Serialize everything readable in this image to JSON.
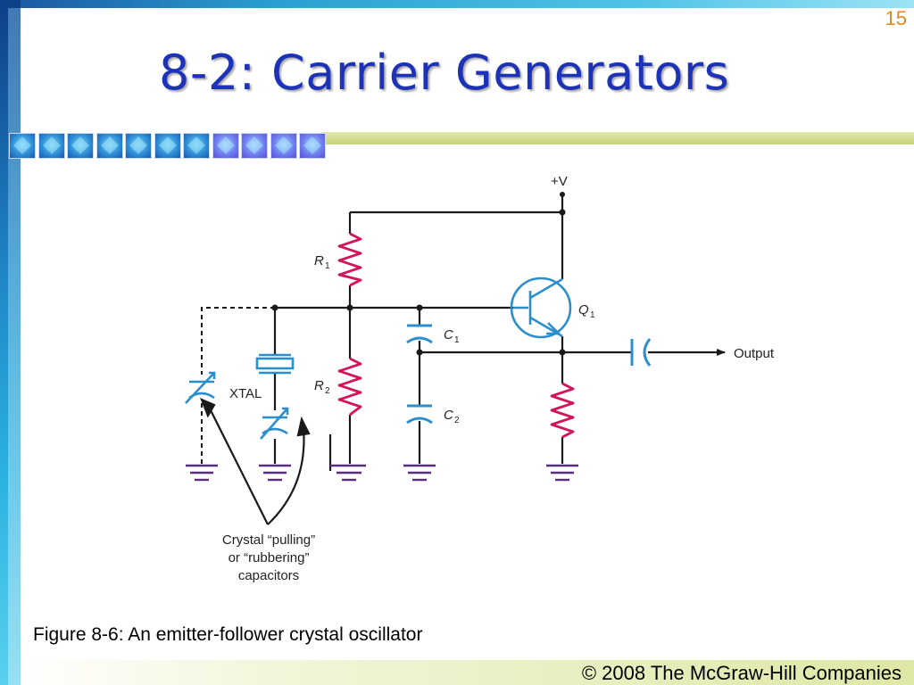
{
  "slide": {
    "number": "15",
    "title": "8-2: Carrier Generators",
    "caption": "Figure 8-6: An emitter-follower crystal oscillator",
    "copyright": "© 2008 The McGraw-Hill Companies"
  },
  "diagram": {
    "labels": {
      "supply": "+V",
      "r1_letter": "R",
      "r1_sub": "1",
      "r2_letter": "R",
      "r2_sub": "2",
      "c1_letter": "C",
      "c1_sub": "1",
      "c2_letter": "C",
      "c2_sub": "2",
      "q1_letter": "Q",
      "q1_sub": "1",
      "xtal": "XTAL",
      "output": "Output",
      "note_line1": "Crystal “pulling”",
      "note_line2": "or “rubbering”",
      "note_line3": "capacitors"
    },
    "colors": {
      "wire": "#1a1a1a",
      "resistor": "#d4145a",
      "capacitor": "#2b8fce",
      "transistor": "#2b8fce",
      "ground": "#5a2d82"
    }
  }
}
